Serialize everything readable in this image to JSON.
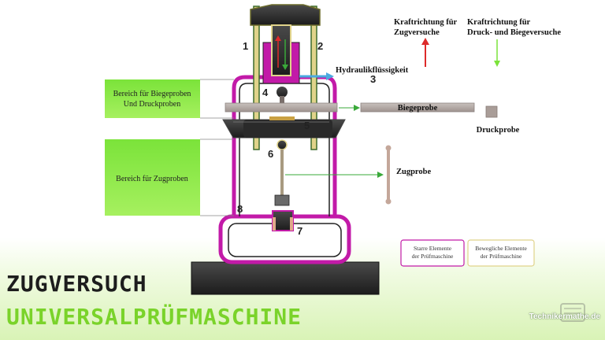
{
  "labels": {
    "kraft_zug": [
      "Kraftrichtung für",
      "Zugversuche"
    ],
    "kraft_druck": [
      "Kraftrichtung für",
      "Druck- und Biegeversuche"
    ],
    "hydraulik": "Hydraulikflüssigkeit",
    "biegeprobe": "Biegeprobe",
    "druckprobe": "Druckprobe",
    "zugprobe": "Zugprobe",
    "bereich_biege": [
      "Bereich für Biegeproben",
      "Und Druckproben"
    ],
    "bereich_zug": "Bereich für  Zugproben"
  },
  "numbers": {
    "n1": "1",
    "n2": "2",
    "n3": "3",
    "n4": "4",
    "n5": "5",
    "n6": "6",
    "n7": "7",
    "n8": "8"
  },
  "legend": {
    "starr": [
      "Starre Elemente",
      "der Prüfmaschine"
    ],
    "beweglich": [
      "Bewegliche Elemente",
      "der Prüfmaschine"
    ]
  },
  "title": {
    "line1": "Zugversuch",
    "line2": "Universalprüfmaschine"
  },
  "watermark": "Technikermathe.de",
  "colors": {
    "rigid": "#c21aa8",
    "movable": "#e0d38a",
    "green_box": "#7fe63a",
    "arrow_green": "#3aa93a",
    "arrow_red": "#dd2a2a",
    "hydraulic": "#4aa9e0"
  }
}
